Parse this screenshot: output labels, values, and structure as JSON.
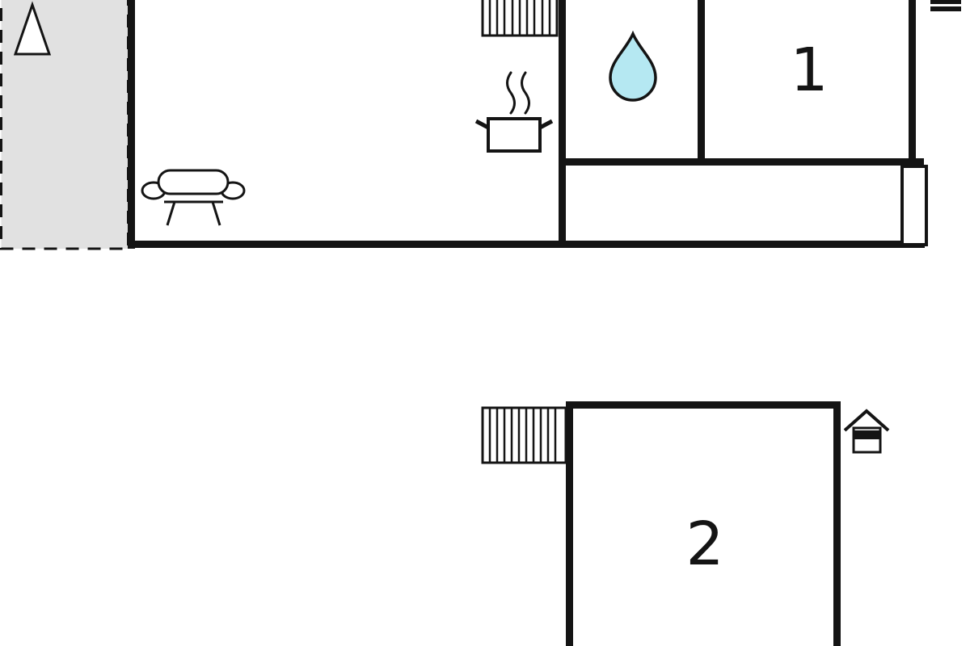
{
  "floorplan": {
    "type": "floor-plan",
    "room_labels": {
      "bedroom_1": "1",
      "bedroom_2": "2"
    },
    "colors": {
      "background": "#ffffff",
      "wall": "#141414",
      "terrace_fill": "#e1e1e1",
      "water_drop": "#b5e8f2"
    },
    "icons": [
      "triangle-marker-icon",
      "sofa-icon",
      "cooking-pot-steam-icon",
      "water-drop-icon",
      "hatched-window-top-icon",
      "hatched-window-bottom-icon",
      "door-icon",
      "house-marker-icon",
      "house-marker-partial-icon"
    ]
  }
}
